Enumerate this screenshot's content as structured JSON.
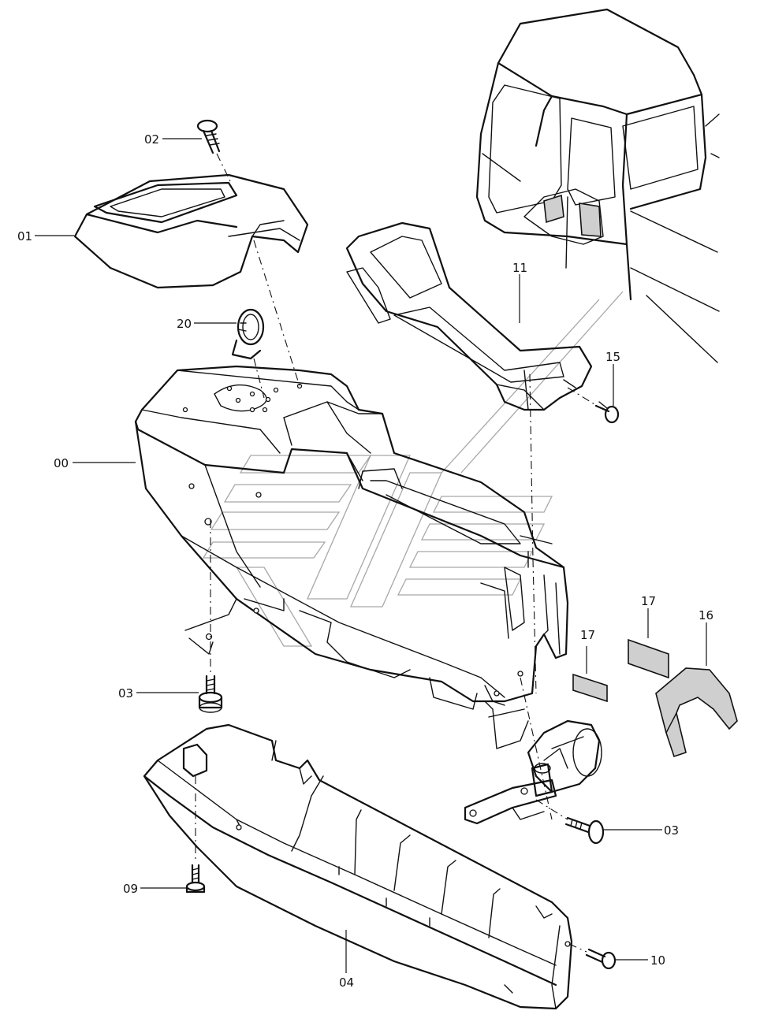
{
  "callouts": [
    {
      "id": "c02",
      "text": "02"
    },
    {
      "id": "c01",
      "text": "01"
    },
    {
      "id": "c20",
      "text": "20"
    },
    {
      "id": "c11",
      "text": "11"
    },
    {
      "id": "c15",
      "text": "15"
    },
    {
      "id": "c00",
      "text": "00"
    },
    {
      "id": "c17a",
      "text": "17"
    },
    {
      "id": "c17b",
      "text": "17"
    },
    {
      "id": "c16",
      "text": "16"
    },
    {
      "id": "c03a",
      "text": "03"
    },
    {
      "id": "c03b",
      "text": "03"
    },
    {
      "id": "c09",
      "text": "09"
    },
    {
      "id": "c04",
      "text": "04"
    },
    {
      "id": "c10",
      "text": "10"
    }
  ]
}
